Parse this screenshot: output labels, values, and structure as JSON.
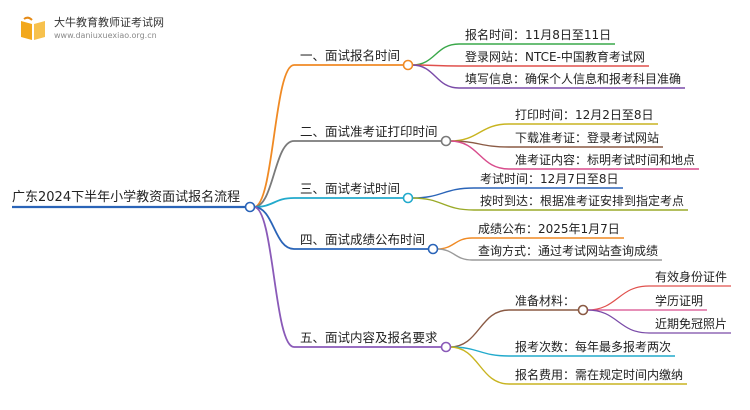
{
  "logo": {
    "name": "大牛教育教师证考试网",
    "url": "www.daniuxuexiao.org.cn"
  },
  "mindmap": {
    "root": "广东2024下半年小学教资面试报名流程",
    "branches": [
      {
        "label": "一、面试报名时间",
        "color": "#f08a24",
        "children": [
          {
            "label": "报名时间：11月8日至11日",
            "color": "#3aa84a"
          },
          {
            "label": "登录网站：NTCE-中国教育考试网",
            "color": "#e0504c"
          },
          {
            "label": "填写信息：确保个人信息和报考科目准确",
            "color": "#7a4ba8"
          }
        ]
      },
      {
        "label": "二、面试准考证打印时间",
        "color": "#7a7a7a",
        "children": [
          {
            "label": "打印时间：12月2日至8日",
            "color": "#c8b420"
          },
          {
            "label": "下载准考证：登录考试网站",
            "color": "#8a5a44"
          },
          {
            "label": "准考证内容：标明考试时间和地点",
            "color": "#d84c8c"
          }
        ]
      },
      {
        "label": "三、面试考试时间",
        "color": "#22aacc",
        "children": [
          {
            "label": "考试时间：12月7日至8日",
            "color": "#2a64b8"
          },
          {
            "label": "按时到达：根据准考证安排到指定考点",
            "color": "#9aaa28"
          }
        ]
      },
      {
        "label": "四、面试成绩公布时间",
        "color": "#2a64b8",
        "children": [
          {
            "label": "成绩公布：2025年1月7日",
            "color": "#f08a24"
          },
          {
            "label": "查询方式：通过考试网站查询成绩",
            "color": "#9a9a9a"
          }
        ]
      },
      {
        "label": "五、面试内容及报名要求",
        "color": "#8a5ab8",
        "children": [
          {
            "label": "准备材料：",
            "color": "#8a5a44",
            "children": [
              {
                "label": "有效身份证件",
                "color": "#e0504c"
              },
              {
                "label": "学历证明",
                "color": "#d84c8c"
              },
              {
                "label": "近期免冠照片",
                "color": "#7a4ba8"
              }
            ]
          },
          {
            "label": "报考次数：每年最多报考两次",
            "color": "#22aacc"
          },
          {
            "label": "报名费用：需在规定时间内缴纳",
            "color": "#c8b420"
          }
        ]
      }
    ]
  }
}
